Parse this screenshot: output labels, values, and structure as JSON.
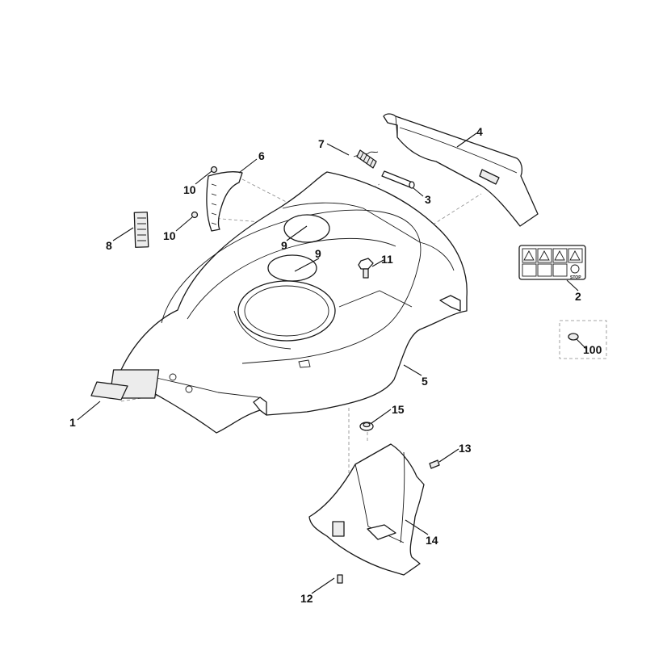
{
  "diagram": {
    "callouts": [
      {
        "id": "c1",
        "label": "1"
      },
      {
        "id": "c2",
        "label": "2"
      },
      {
        "id": "c3",
        "label": "3"
      },
      {
        "id": "c4",
        "label": "4"
      },
      {
        "id": "c5",
        "label": "5"
      },
      {
        "id": "c6",
        "label": "6"
      },
      {
        "id": "c7",
        "label": "7"
      },
      {
        "id": "c8",
        "label": "8"
      },
      {
        "id": "c9a",
        "label": "9"
      },
      {
        "id": "c9b",
        "label": "9"
      },
      {
        "id": "c10a",
        "label": "10"
      },
      {
        "id": "c10b",
        "label": "10"
      },
      {
        "id": "c11",
        "label": "11"
      },
      {
        "id": "c12",
        "label": "12"
      },
      {
        "id": "c13",
        "label": "13"
      },
      {
        "id": "c14",
        "label": "14"
      },
      {
        "id": "c15",
        "label": "15"
      },
      {
        "id": "c100",
        "label": "100"
      }
    ],
    "decal_text": "STOP"
  }
}
